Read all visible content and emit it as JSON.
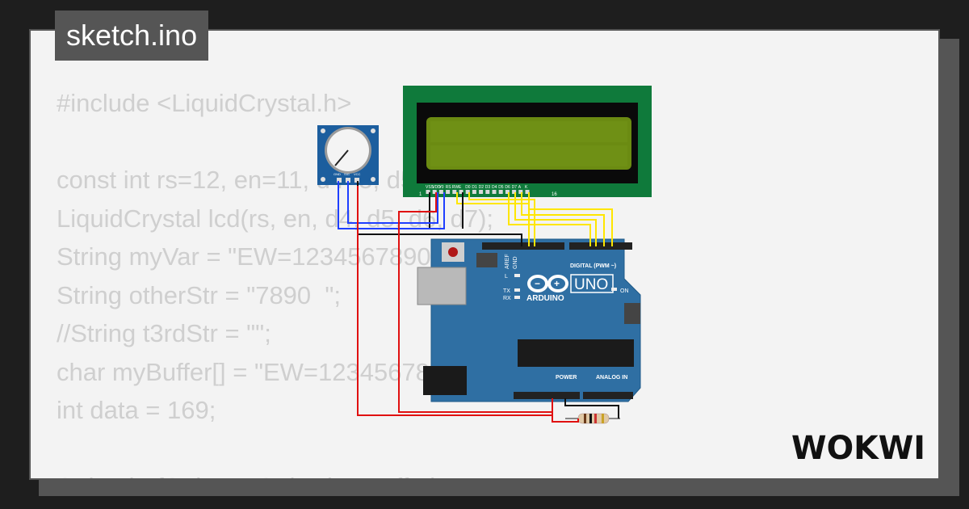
{
  "title": "sketch.ino",
  "brand": "WOKWI",
  "code_lines": [
    "#include <LiquidCrystal.h>",
    "",
    "const int rs=12, en=11, d4=5, d5=4, d6=3, d7=2;",
    "LiquidCrystal lcd(rs, en, d4, d5, d6, d7);",
    "String myVar = \"EW=1234567890\";",
    "String otherStr = \"7890  \";",
    "//String t3rdStr = \"\";",
    "char myBuffer[] = \"EW=1234567890\";",
    "int data = 169;",
    "",
    "String bufString = String(myBuffer);"
  ],
  "arduino": {
    "board_name": "UNO",
    "brand": "ARDUINO",
    "on_label": "ON",
    "l_label": "L",
    "tx_label": "TX",
    "rx_label": "RX",
    "digital_label": "DIGITAL (PWM ~)",
    "power_label": "POWER",
    "analog_label": "ANALOG IN",
    "aref_label": "AREF",
    "gnd_label": "GND"
  },
  "lcd": {
    "pin_labels": [
      "VSS",
      "VDD",
      "V0",
      "RS",
      "RW",
      "E",
      "D0",
      "D1",
      "D2",
      "D3",
      "D4",
      "D5",
      "D6",
      "D7",
      "A",
      "K"
    ],
    "pin_first": "1",
    "pin_last": "16"
  },
  "potentiometer": {
    "pin_labels": [
      "GND",
      "SIG",
      "VCC"
    ]
  },
  "colors": {
    "lcd_pcb": "#0f7a3b",
    "lcd_screen": "#6b8b12",
    "arduino_board": "#2f6fa3",
    "wire_yellow": "#ffe600",
    "wire_black": "#111111",
    "wire_blue": "#1f3fff",
    "wire_red": "#e01010",
    "pot_body": "#1c5e9e"
  }
}
